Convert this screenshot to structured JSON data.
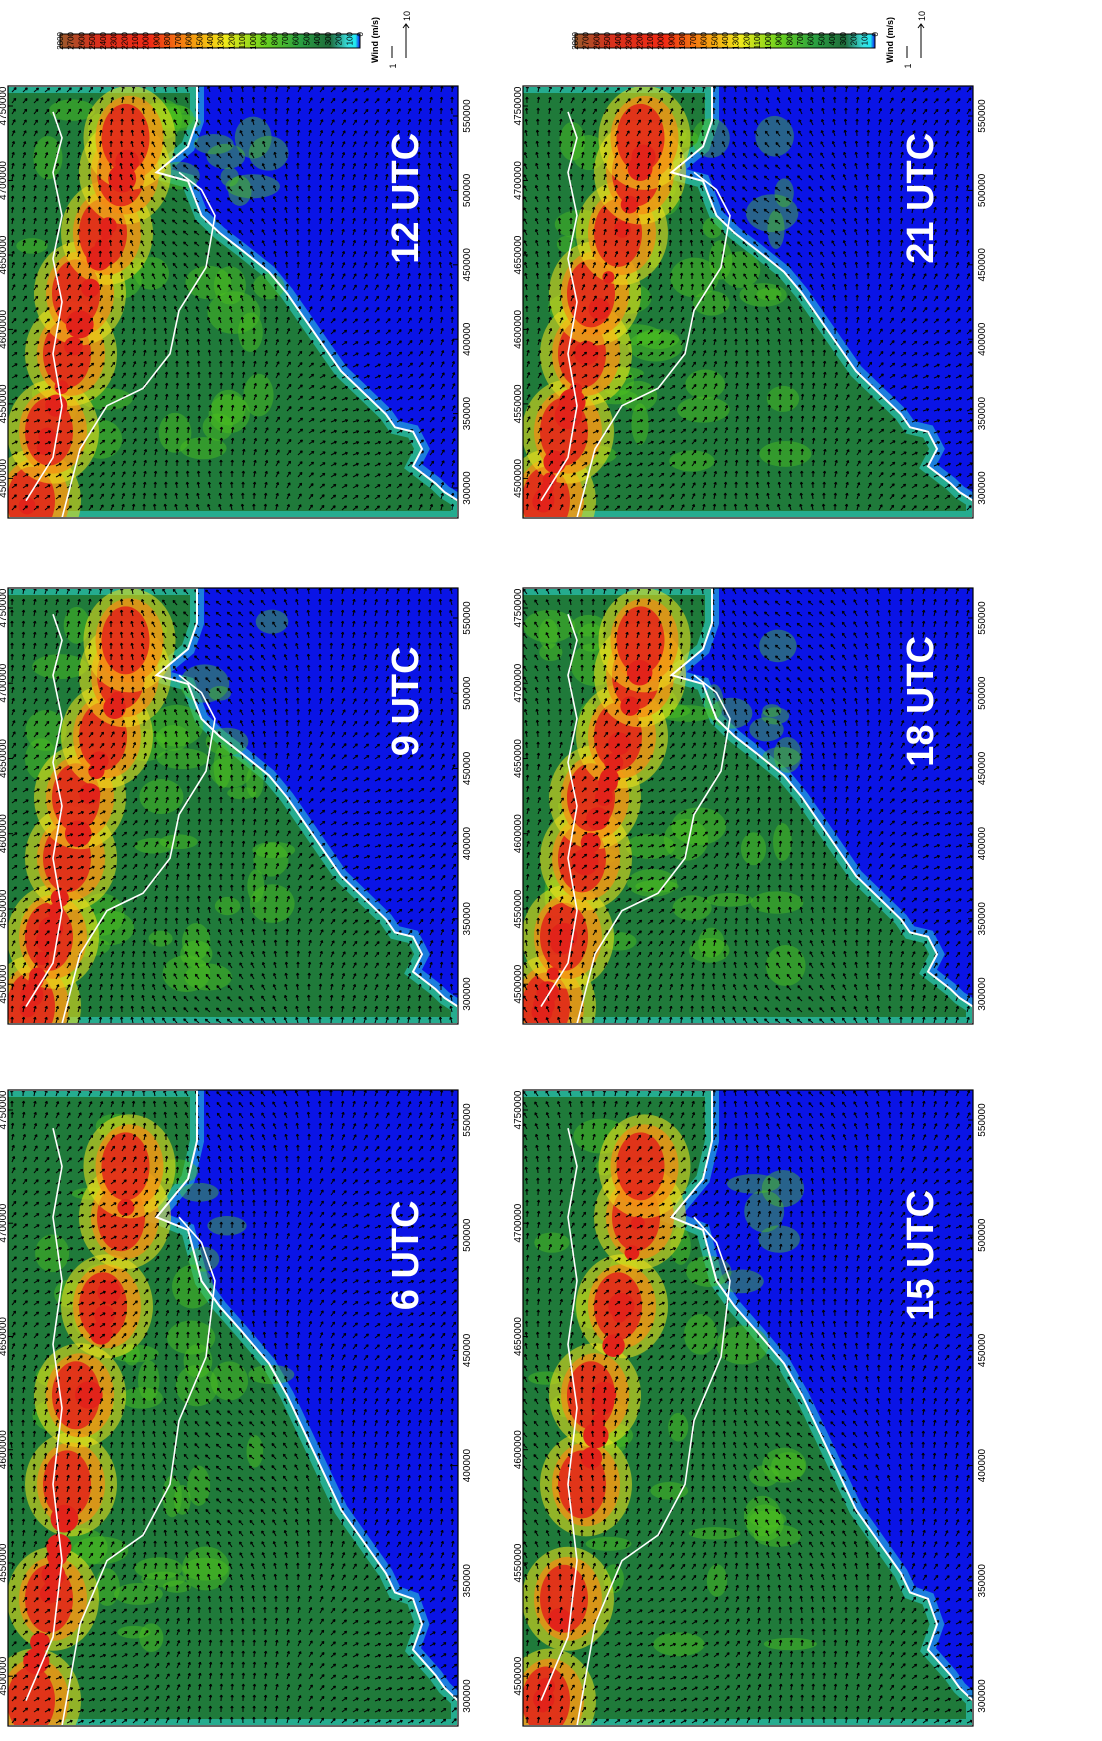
{
  "figure": {
    "panels": [
      {
        "time_label": "6 UTC"
      },
      {
        "time_label": "9 UTC"
      },
      {
        "time_label": "12 UTC"
      },
      {
        "time_label": "15 UTC"
      },
      {
        "time_label": "18 UTC"
      },
      {
        "time_label": "21 UTC"
      }
    ],
    "y_ticks": [
      "4750000",
      "4700000",
      "4650000",
      "4600000",
      "4550000",
      "4500000"
    ],
    "x_ticks": [
      "300000",
      "350000",
      "400000",
      "450000",
      "500000",
      "550000"
    ],
    "colorbars": [
      {
        "ticks": [
          "2800",
          "2700",
          "2600",
          "2500",
          "2400",
          "2300",
          "2200",
          "2100",
          "2000",
          "1900",
          "1800",
          "1700",
          "1600",
          "1500",
          "1400",
          "1300",
          "1200",
          "1100",
          "1000",
          "900",
          "800",
          "700",
          "600",
          "500",
          "400",
          "300",
          "200",
          "100",
          "0"
        ],
        "wind_label": "Wind (m/s)",
        "wind_min": "1",
        "wind_max": "10"
      },
      {
        "ticks": [
          "2800",
          "2700",
          "2600",
          "2500",
          "2400",
          "2300",
          "2200",
          "2100",
          "2000",
          "1900",
          "1800",
          "1700",
          "1600",
          "1500",
          "1400",
          "1300",
          "1200",
          "1100",
          "1000",
          "900",
          "800",
          "700",
          "600",
          "500",
          "400",
          "300",
          "200",
          "100",
          "0"
        ],
        "wind_label": "Wind (m/s)",
        "wind_min": "1",
        "wind_max": "10"
      }
    ],
    "colors": {
      "sea": "#0a14e6",
      "low": "#2ad6d6",
      "mid_low": "#1f7a3a",
      "mid": "#4cc21e",
      "high": "#f0e21a",
      "higher": "#f58a12",
      "peak": "#e2231a",
      "top": "#9a5a2c",
      "border": "#ffffff",
      "arrow": "#000000"
    }
  }
}
